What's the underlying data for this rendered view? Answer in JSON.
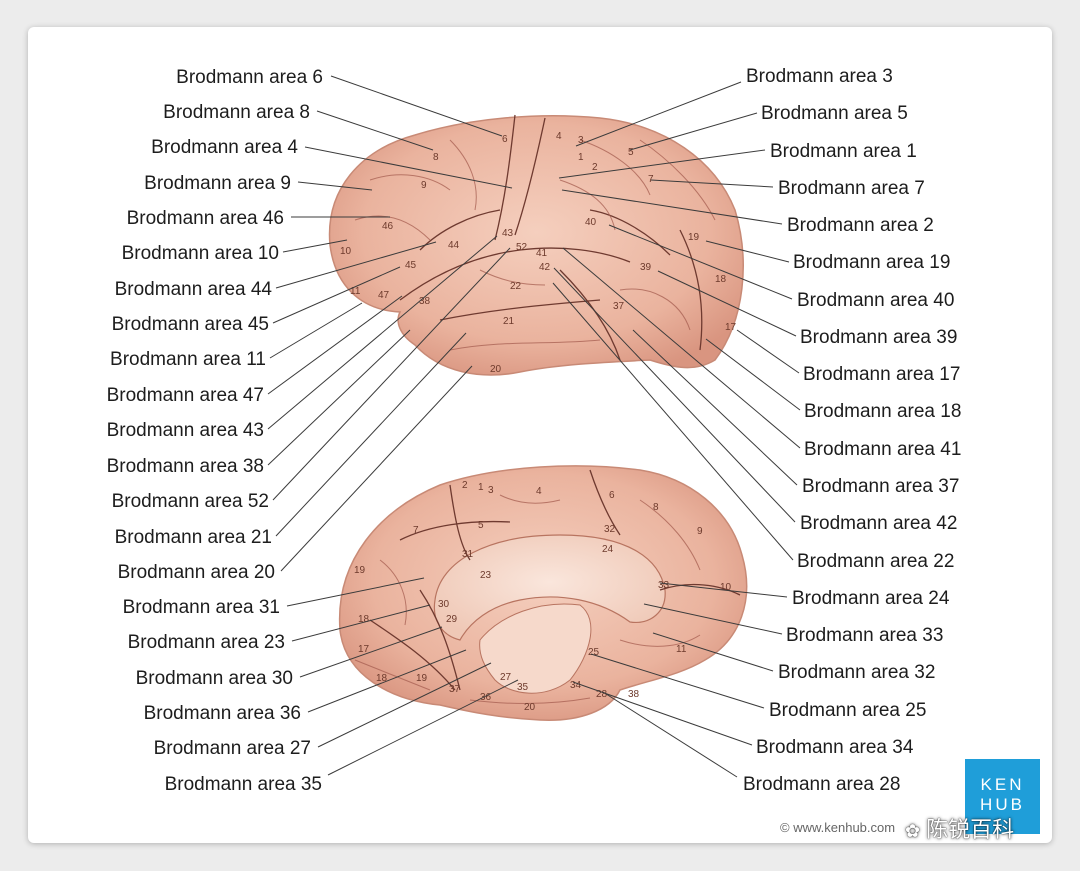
{
  "labels": {
    "left": [
      {
        "text": "Brodmann area 6"
      },
      {
        "text": "Brodmann area 8"
      },
      {
        "text": "Brodmann area 4"
      },
      {
        "text": "Brodmann area 9"
      },
      {
        "text": "Brodmann area 46"
      },
      {
        "text": "Brodmann area 10"
      },
      {
        "text": "Brodmann area 44"
      },
      {
        "text": "Brodmann area 45"
      },
      {
        "text": "Brodmann area 11"
      },
      {
        "text": "Brodmann area 47"
      },
      {
        "text": "Brodmann area 43"
      },
      {
        "text": "Brodmann area 38"
      },
      {
        "text": "Brodmann area 52"
      },
      {
        "text": "Brodmann area 21"
      },
      {
        "text": "Brodmann area 20"
      },
      {
        "text": "Brodmann area 31"
      },
      {
        "text": "Brodmann area 23"
      },
      {
        "text": "Brodmann area 30"
      },
      {
        "text": "Brodmann area 36"
      },
      {
        "text": "Brodmann area 27"
      },
      {
        "text": "Brodmann area 35"
      }
    ],
    "right": [
      {
        "text": "Brodmann area 3"
      },
      {
        "text": "Brodmann area 5"
      },
      {
        "text": "Brodmann area 1"
      },
      {
        "text": "Brodmann area 7"
      },
      {
        "text": "Brodmann area 2"
      },
      {
        "text": "Brodmann area 19"
      },
      {
        "text": "Brodmann area 40"
      },
      {
        "text": "Brodmann area 39"
      },
      {
        "text": "Brodmann area 17"
      },
      {
        "text": "Brodmann area 18"
      },
      {
        "text": "Brodmann area 41"
      },
      {
        "text": "Brodmann area 37"
      },
      {
        "text": "Brodmann area 42"
      },
      {
        "text": "Brodmann area 22"
      },
      {
        "text": "Brodmann area 24"
      },
      {
        "text": "Brodmann area 33"
      },
      {
        "text": "Brodmann area 32"
      },
      {
        "text": "Brodmann area 25"
      },
      {
        "text": "Brodmann area 34"
      },
      {
        "text": "Brodmann area 28"
      }
    ]
  },
  "lateral_numbers": [
    "6",
    "8",
    "4",
    "3",
    "1",
    "2",
    "5",
    "7",
    "9",
    "46",
    "10",
    "45",
    "11",
    "47",
    "44",
    "43",
    "52",
    "41",
    "42",
    "22",
    "21",
    "20",
    "38",
    "40",
    "39",
    "19",
    "18",
    "37",
    "17"
  ],
  "medial_numbers": [
    "2",
    "3",
    "4",
    "6",
    "8",
    "1",
    "5",
    "7",
    "31",
    "32",
    "24",
    "9",
    "23",
    "19",
    "33",
    "10",
    "30",
    "18",
    "17",
    "29",
    "25",
    "11",
    "19",
    "18",
    "37",
    "36",
    "35",
    "34",
    "38",
    "27",
    "20",
    "28"
  ],
  "brand": {
    "line1": "KEN",
    "line2": "HUB"
  },
  "copyright": "© www.kenhub.com",
  "watermark": "陈锐百科",
  "colors": {
    "brain_fill": "#f0c1ad",
    "gyrus_line": "#a55d50",
    "brand_blue": "#1f9ed9"
  }
}
